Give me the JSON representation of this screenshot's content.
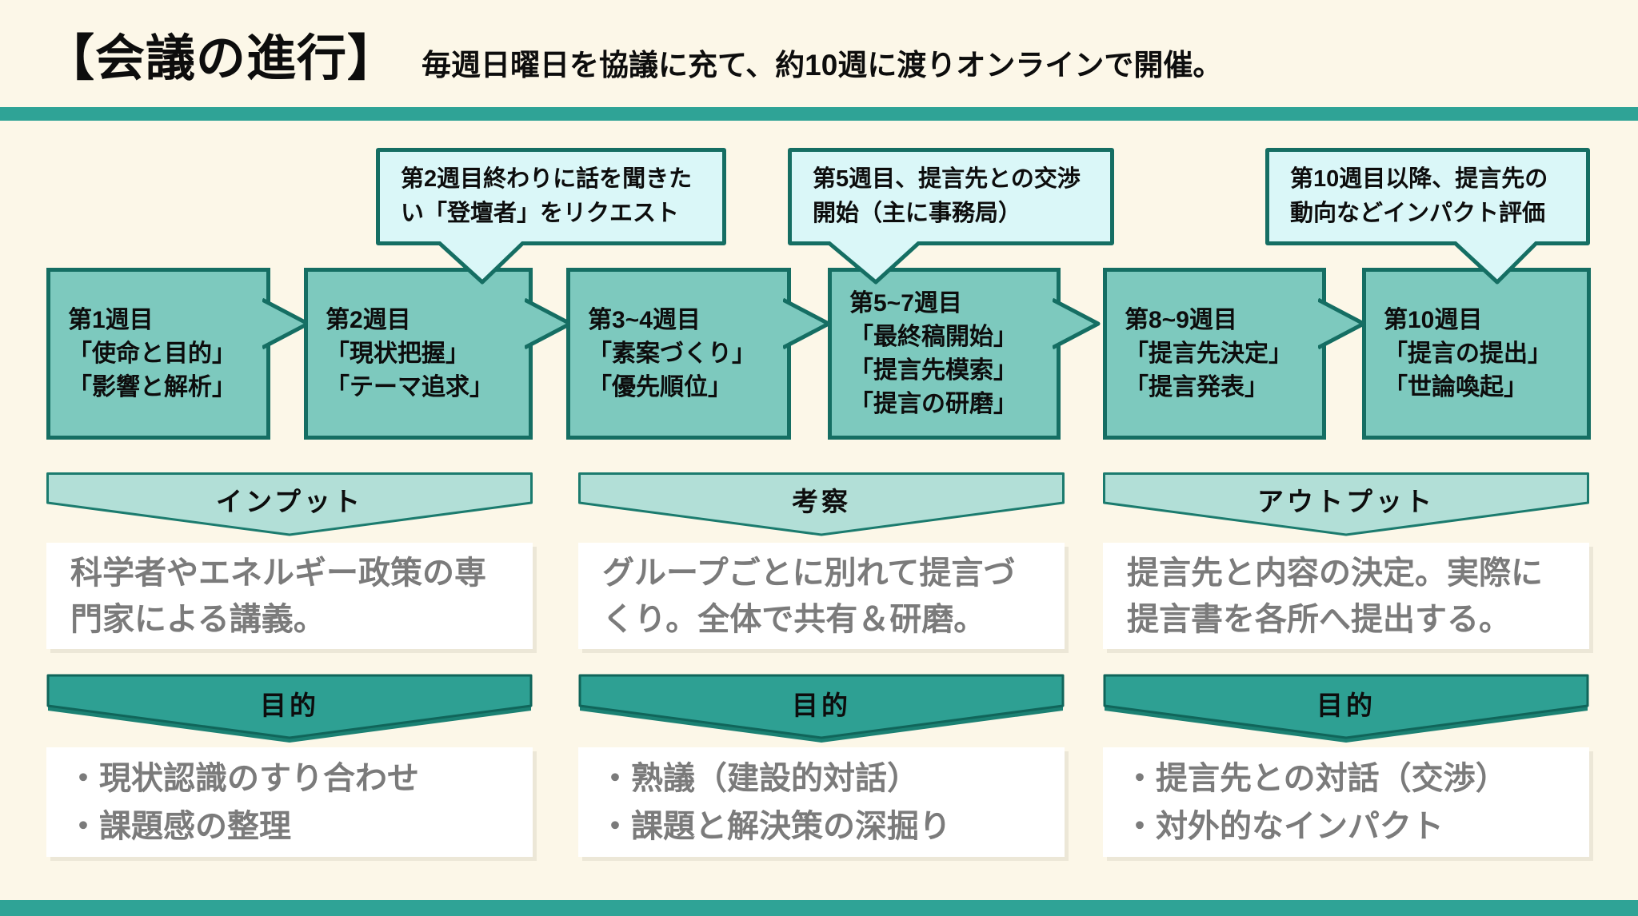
{
  "colors": {
    "background": "#FCF7E8",
    "accent_bar": "#2FA396",
    "week_box_fill": "#7DC9BE",
    "week_box_border": "#156E63",
    "callout_fill": "#DAF7F8",
    "banner_fill": "#B2DFD7",
    "purpose_ribbon_fill": "#2EA093",
    "body_text_gray": "#7B7B7B"
  },
  "header": {
    "title": "【会議の進行】",
    "subtitle": "毎週日曜日を協議に充て、約10週に渡りオンラインで開催。"
  },
  "callouts": [
    {
      "text": "第2週目終わりに話を聞きた\nい「登壇者」をリクエスト"
    },
    {
      "text": "第5週目、提言先との交渉\n開始（主に事務局）"
    },
    {
      "text": "第10週目以降、提言先の\n動向などインパクト評価"
    }
  ],
  "weeks": [
    {
      "text": "第1週目\n「使命と目的」\n「影響と解析」"
    },
    {
      "text": "第2週目\n「現状把握」\n「テーマ追求」"
    },
    {
      "text": "第3~4週目\n「素案づくり」\n「優先順位」"
    },
    {
      "text": "第5~7週目\n「最終稿開始」\n「提言先模索」\n「提言の研磨」"
    },
    {
      "text": "第8~9週目\n「提言先決定」\n「提言発表」"
    },
    {
      "text": "第10週目\n「提言の提出」\n「世論喚起」"
    }
  ],
  "sections": [
    {
      "banner": "インプット",
      "description": "科学者やエネルギー政策の専門家による講義。",
      "purpose_label": "目的",
      "purpose_items": "・現状認識のすり合わせ\n・課題感の整理"
    },
    {
      "banner": "考察",
      "description": "グループごとに別れて提言づくり。全体で共有＆研磨。",
      "purpose_label": "目的",
      "purpose_items": "・熟議（建設的対話）\n・課題と解決策の深掘り"
    },
    {
      "banner": "アウトプット",
      "description": "提言先と内容の決定。実際に提言書を各所へ提出する。",
      "purpose_label": "目的",
      "purpose_items": "・提言先との対話（交渉）\n・対外的なインパクト"
    }
  ]
}
